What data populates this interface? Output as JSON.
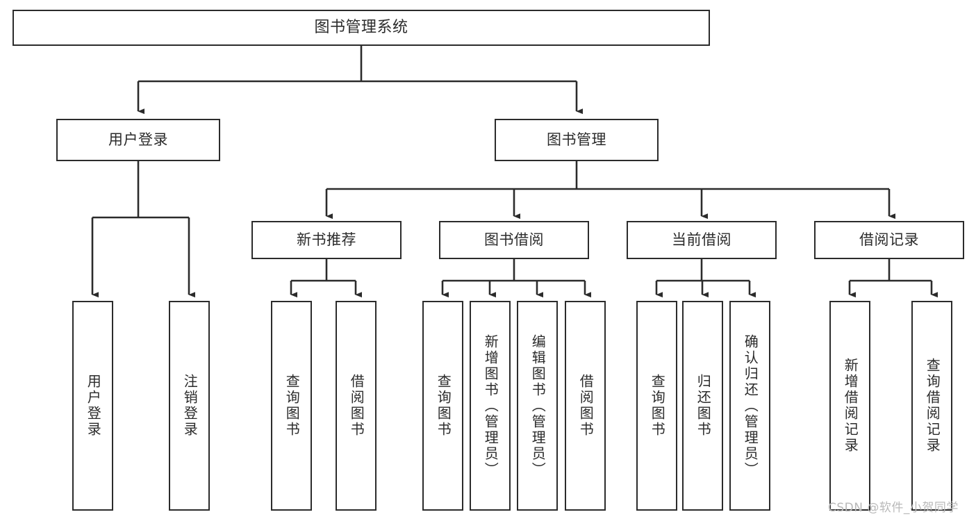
{
  "diagram": {
    "title": "图书管理系统",
    "type": "tree-hierarchy-chart",
    "orientation": "top-down",
    "nodes": {
      "root": {
        "label": "图书管理系统"
      },
      "level2": [
        {
          "label": "用户登录"
        },
        {
          "label": "图书管理"
        }
      ],
      "level3": [
        {
          "label": "新书推荐"
        },
        {
          "label": "图书借阅"
        },
        {
          "label": "当前借阅"
        },
        {
          "label": "借阅记录"
        }
      ],
      "leaves": {
        "user_login": [
          {
            "label": "用户登录"
          },
          {
            "label": "注销登录"
          }
        ],
        "new_book_recommend": [
          {
            "label": "查询图书"
          },
          {
            "label": "借阅图书"
          }
        ],
        "book_borrow": [
          {
            "label": "查询图书"
          },
          {
            "label": "新增图书（管理员）"
          },
          {
            "label": "编辑图书（管理员）"
          },
          {
            "label": "借阅图书"
          }
        ],
        "current_borrow": [
          {
            "label": "查询图书"
          },
          {
            "label": "归还图书"
          },
          {
            "label": "确认归还（管理员）"
          }
        ],
        "borrow_record": [
          {
            "label": "新增借阅记录"
          },
          {
            "label": "查询借阅记录"
          }
        ]
      }
    },
    "colors": {
      "stroke": "#2b2b2b",
      "fill": "#ffffff",
      "text": "#2b2b2b",
      "watermark": "#b9b9b9"
    }
  },
  "watermark": {
    "text": "CSDN @软件_小贺同学"
  }
}
